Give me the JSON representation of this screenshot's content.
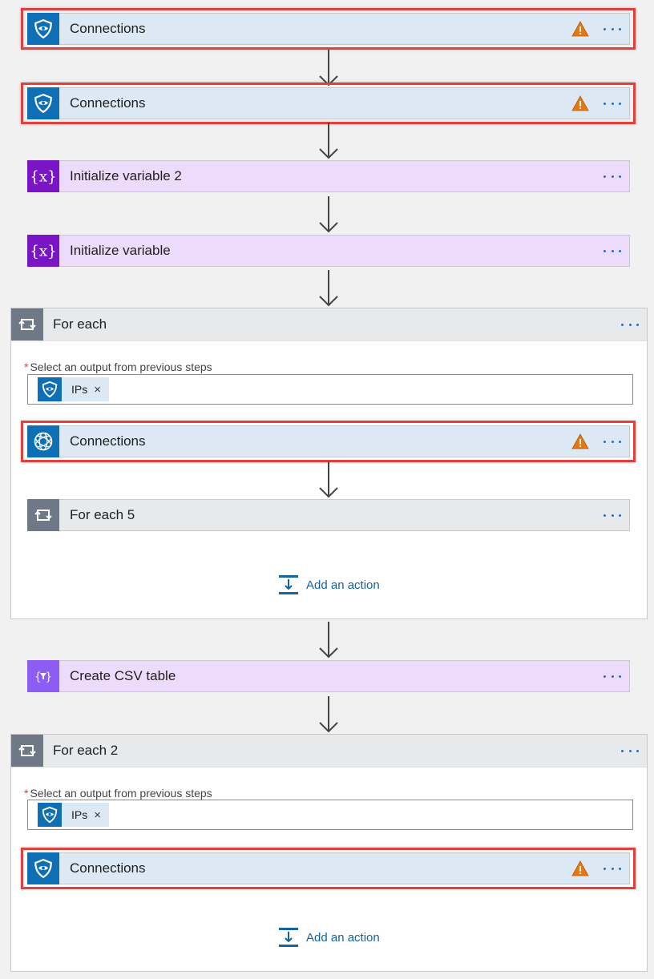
{
  "steps": {
    "conn1": {
      "label": "Connections"
    },
    "conn2": {
      "label": "Connections"
    },
    "initvar2": {
      "label": "Initialize variable 2"
    },
    "initvar": {
      "label": "Initialize variable"
    },
    "foreach1": {
      "label": "For each",
      "field_label": "Select an output from previous steps",
      "required_mark": "*",
      "token": "IPs",
      "token_remove": "×",
      "inner_conn": {
        "label": "Connections"
      },
      "inner_foreach": {
        "label": "For each 5"
      },
      "add_action": "Add an action"
    },
    "csv": {
      "label": "Create CSV table"
    },
    "foreach2": {
      "label": "For each 2",
      "field_label": "Select an output from previous steps",
      "required_mark": "*",
      "token": "IPs",
      "token_remove": "×",
      "inner_conn": {
        "label": "Connections"
      },
      "add_action": "Add an action"
    }
  },
  "colors": {
    "connector_blue": "#0f6fb5",
    "variable_purple": "#7a15c6",
    "loop_gray": "#6e7886",
    "highlight_red": "#e2403c",
    "warning_orange": "#e8770f",
    "link_blue": "#1264a3"
  },
  "icons": {
    "connector": "shield-eye-icon",
    "inner_connector": "globe-ring-icon",
    "variable": "variable-x-icon",
    "loop": "loop-icon",
    "csv": "data-operation-icon",
    "warning": "warning-icon",
    "menu": "ellipsis-icon",
    "add": "add-action-icon"
  }
}
